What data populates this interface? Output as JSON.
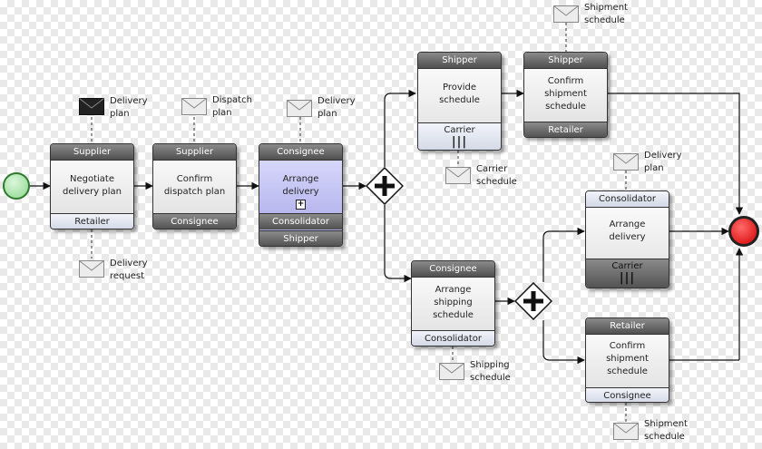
{
  "colors": {
    "start_event": "#9fe29f",
    "end_event": "#e81010",
    "selected_task": "#b0b0f0",
    "band_dark": "#5c5c5c",
    "band_light": "#dfe4ef"
  },
  "tasks": {
    "negotiate": {
      "top_label": "Supplier",
      "body": "Negotiate\ndelivery plan",
      "bottom_label": "Retailer"
    },
    "confirm_dispatch": {
      "top_label": "Supplier",
      "body": "Confirm\ndispatch plan",
      "bottom_label": "Consignee"
    },
    "arrange_delivery_1": {
      "top_label": "Consignee",
      "body": "Arrange\ndelivery",
      "bottom_label_1": "Consolidator",
      "bottom_label_2": "Shipper"
    },
    "provide_schedule": {
      "top_label": "Shipper",
      "body": "Provide\nschedule",
      "bottom_label": "Carrier",
      "bars": "|||"
    },
    "confirm_shipment_1": {
      "top_label": "Shipper",
      "body": "Confirm\nshipment\nschedule",
      "bottom_label": "Retailer"
    },
    "arrange_shipping": {
      "top_label": "Consignee",
      "body": "Arrange\nshipping\nschedule",
      "bottom_label": "Consolidator"
    },
    "arrange_delivery_2": {
      "top_label": "Consolidator",
      "body": "Arrange\ndelivery",
      "bottom_label": "Carrier",
      "bars": "|||"
    },
    "confirm_shipment_2": {
      "top_label": "Retailer",
      "body": "Confirm\nshipment\nschedule",
      "bottom_label": "Consignee"
    }
  },
  "messages": {
    "delivery_plan_1": "Delivery\nplan",
    "dispatch_plan": "Dispatch\nplan",
    "delivery_plan_2": "Delivery\nplan",
    "delivery_request": "Delivery\nrequest",
    "shipment_schedule_1": "Shipment\nschedule",
    "carrier_schedule": "Carrier\nschedule",
    "delivery_plan_3": "Delivery\nplan",
    "shipping_schedule": "Shipping\nschedule",
    "shipment_schedule_2": "Shipment\nschedule"
  },
  "icons": {
    "envelope": "envelope-icon",
    "gateway": "parallel-gateway-icon",
    "subprocess": "subprocess-marker-icon"
  }
}
